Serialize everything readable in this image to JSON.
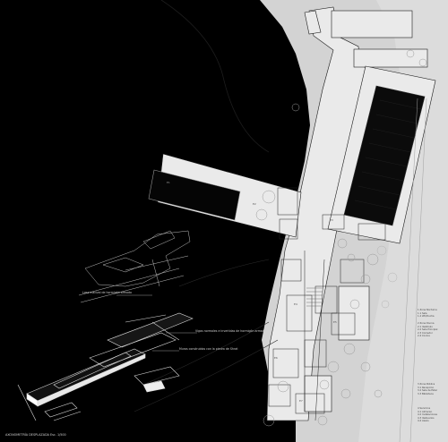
{
  "annotations": {
    "losa_macizal": "Losa macizal de hormigón armado",
    "vigas": "Vigas normales e invertidas de hormigón armado",
    "muros": "Muros construidos con la piedra de Shrat",
    "axonometria": "AXONOMETRÍA DESPLAZADA  Esc. 1/500"
  },
  "room_labels": {
    "r1": "E1",
    "r2": "E2",
    "r3": "E3",
    "r4": "E4",
    "r5": "E5",
    "r6": "E6",
    "r7": "E7"
  },
  "legend": {
    "block1": [
      "1 Zona Nocturna",
      "1.1  Sala",
      "1.2  WC/Ducha"
    ],
    "block2": [
      "2 Zona Diurna",
      "2.1  Vestíbulo",
      "2.2  Sala Principal",
      "2.3  Comedor",
      "2.4  Cocina"
    ],
    "block3": [
      "3 Zona Pública",
      "3.1  Recepción",
      "3.2  Sala de Estar",
      "3.3  Biblioteca"
    ],
    "block4": [
      "4 Servicios",
      "4.1  Almacén",
      "4.2  Instalaciones",
      "4.3  Vestuarios",
      "4.4  Aseos"
    ]
  },
  "colors": {
    "background": "#000000",
    "plan_surface": "#e6e6e6",
    "pool": "#0a0a0a",
    "line_light": "#bdbdbd"
  }
}
